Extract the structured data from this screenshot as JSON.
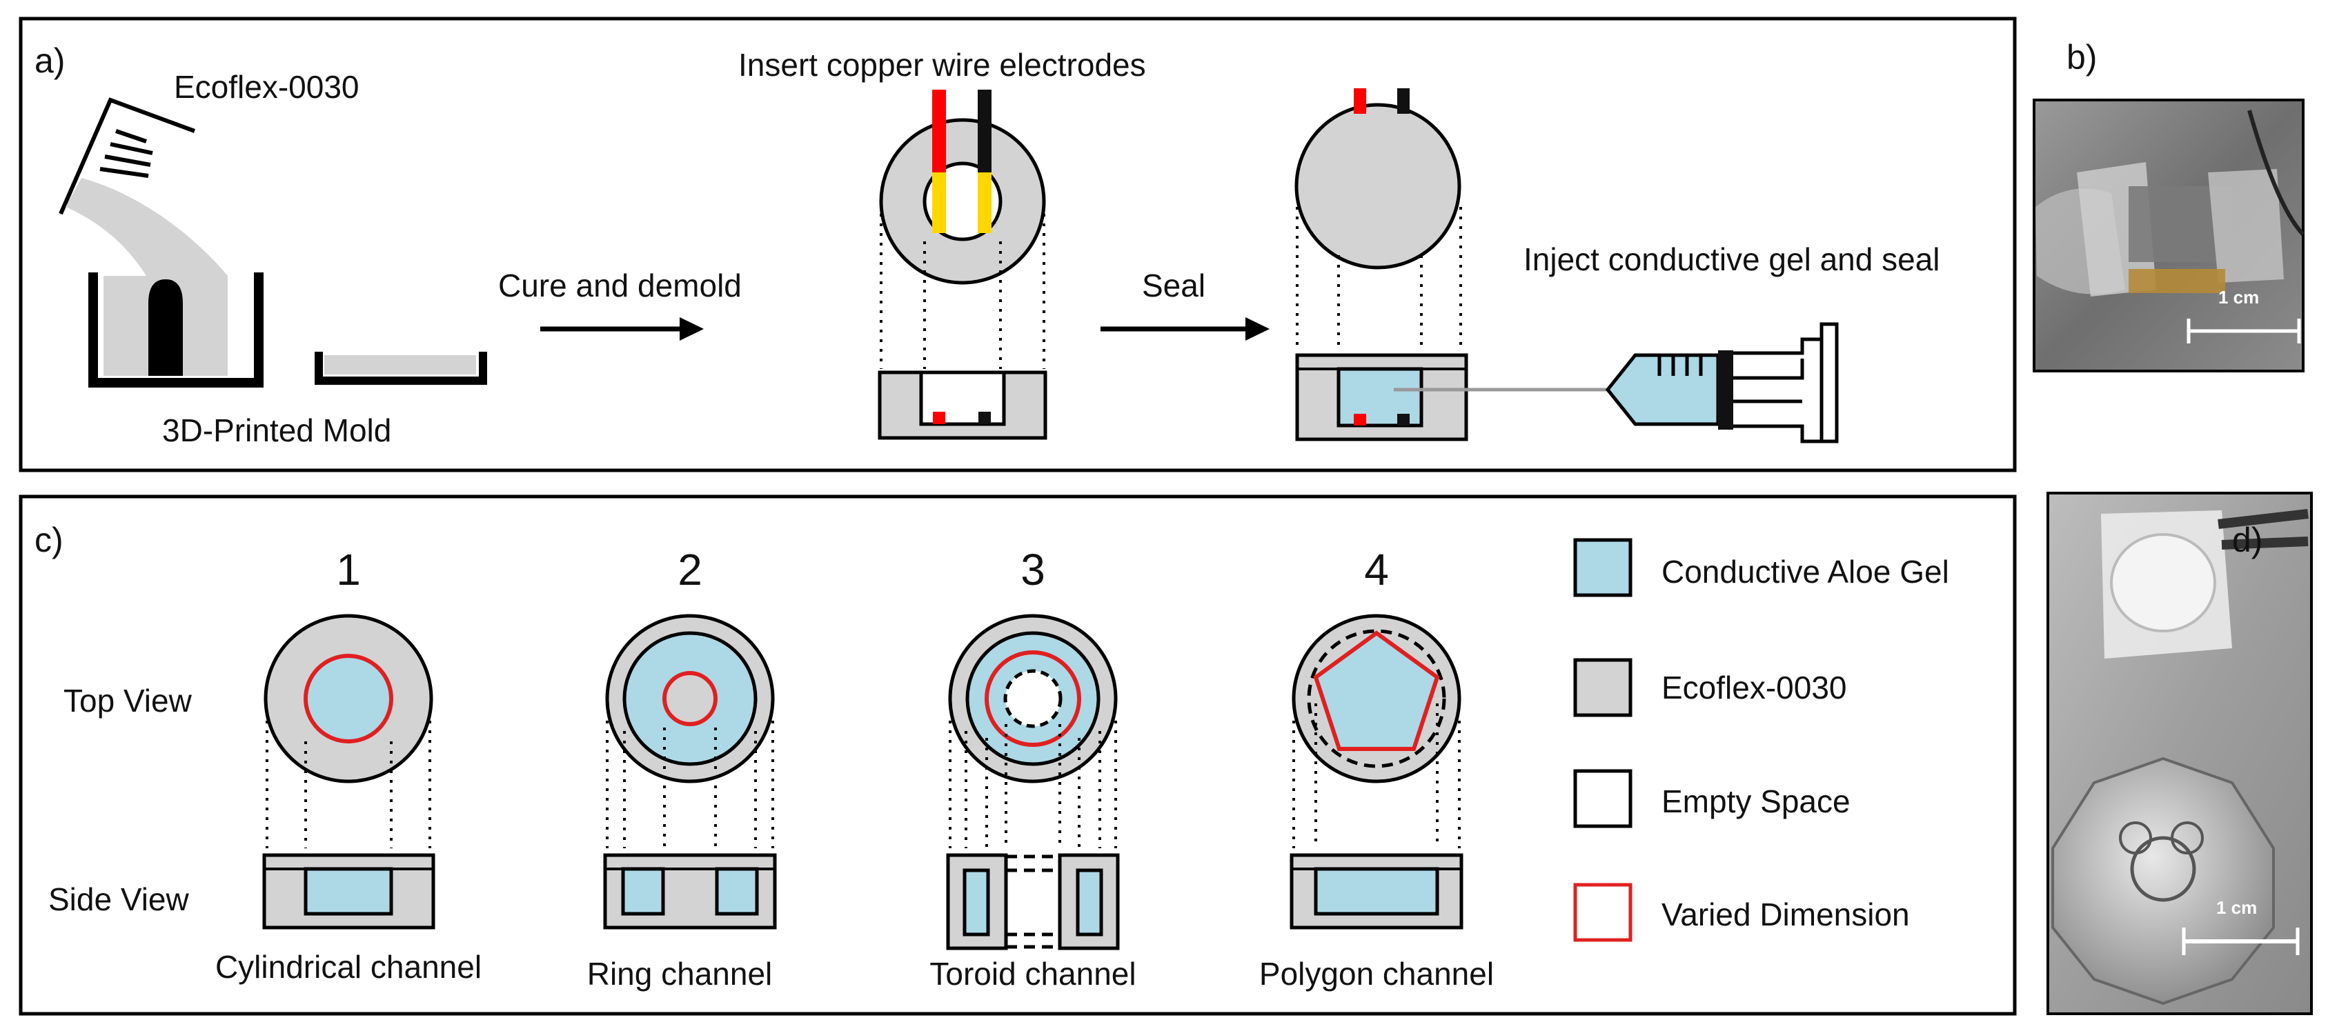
{
  "colors": {
    "gel": "#add8e6",
    "ecoflex": "#d3d3d3",
    "electrode_red": "#ff0000",
    "electrode_black": "#111111",
    "electrode_yellow": "#ffd700",
    "varied": "#e02020"
  },
  "panel_a": {
    "label": "a)",
    "ecoflex": "Ecoflex-0030",
    "mold": "3D-Printed Mold",
    "cure": "Cure and demold",
    "insert": "Insert copper wire electrodes",
    "seal": "Seal",
    "inject": "Inject conductive gel and seal"
  },
  "panel_b": {
    "label": "b)",
    "scale": "1 cm"
  },
  "panel_c": {
    "label": "c)",
    "top_view": "Top View",
    "side_view": "Side View",
    "numbers": [
      "1",
      "2",
      "3",
      "4"
    ],
    "channels": [
      "Cylindrical channel",
      "Ring channel",
      "Toroid channel",
      "Polygon channel"
    ],
    "legend": [
      "Conductive Aloe Gel",
      "Ecoflex-0030",
      "Empty Space",
      "Varied Dimension"
    ]
  },
  "panel_d": {
    "label": "d)",
    "scale": "1 cm"
  }
}
